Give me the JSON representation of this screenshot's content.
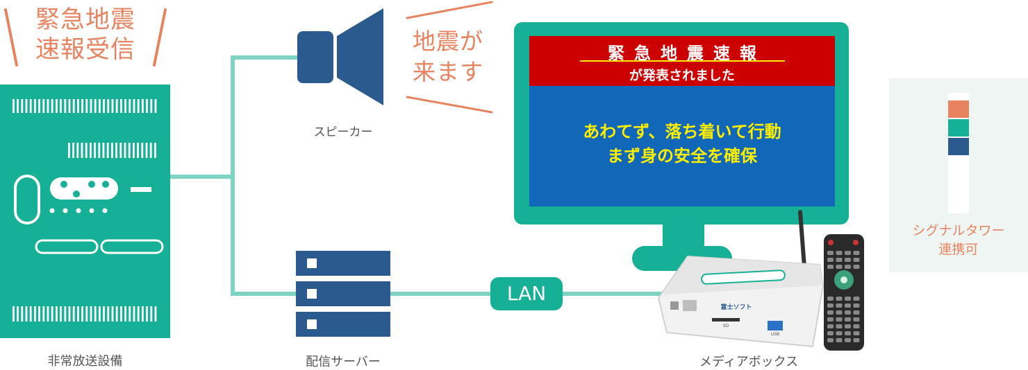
{
  "badge_left": {
    "line1": "緊急地震",
    "line2": "速報受信"
  },
  "badge_speaker": {
    "line1": "地震が",
    "line2": "来ます"
  },
  "labels": {
    "equipment": "非常放送設備",
    "speaker": "スピーカー",
    "server": "配信サーバー",
    "mediabox": "メディアボックス"
  },
  "lan": "LAN",
  "screen": {
    "header_title": "緊急地震速報",
    "header_sub": "が発表されました",
    "message_line1": "あわてず、落ち着いて行動",
    "message_line2": "まず身の安全を確保"
  },
  "signal_tower": {
    "line1": "シグナルタワー",
    "line2": "連携可"
  },
  "device": {
    "brand": "富士ソフト",
    "port_sd": "SD",
    "port_usb": "USB"
  },
  "colors": {
    "teal": "#15b095",
    "navy": "#2b5a8e",
    "orange": "#e8835f",
    "line": "#7fd3c2",
    "screen_red": "#cc0000",
    "screen_blue": "#1167b8",
    "screen_text": "#ffee00"
  }
}
